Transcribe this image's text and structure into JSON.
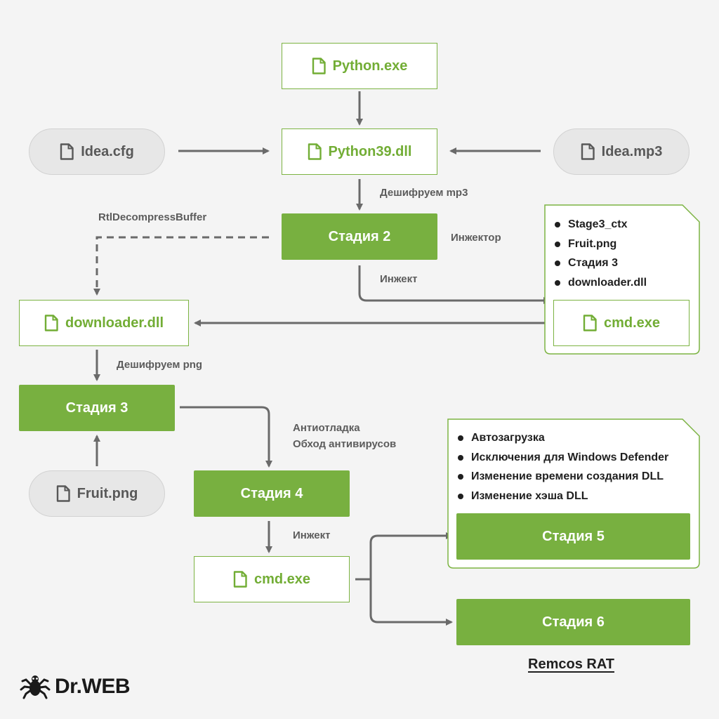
{
  "nodes": {
    "python_exe": "Python.exe",
    "python39_dll": "Python39.dll",
    "idea_cfg": "Idea.cfg",
    "idea_mp3": "Idea.mp3",
    "stage2": "Стадия 2",
    "downloader_dll": "downloader.dll",
    "cmd_exe_1": "cmd.exe",
    "stage3": "Стадия 3",
    "fruit_png": "Fruit.png",
    "stage4": "Стадия 4",
    "cmd_exe_2": "cmd.exe",
    "stage5": "Стадия 5",
    "stage6": "Стадия 6"
  },
  "edge_labels": {
    "decrypt_mp3": "Дешифруем mp3",
    "rtl_decompress": "RtlDecompressBuffer",
    "injector": "Инжектор",
    "inject_1": "Инжект",
    "decrypt_png": "Дешифруем png",
    "anti_debug": "Антиотладка",
    "av_bypass": "Обход антивирусов",
    "inject_2": "Инжект"
  },
  "note1_items": [
    "Stage3_ctx",
    "Fruit.png",
    "Стадия 3",
    "downloader.dll"
  ],
  "note2_items": [
    "Автозагрузка",
    "Исключения для Windows Defender",
    "Изменение времени создания DLL",
    "Изменение хэша DLL"
  ],
  "footer": {
    "remcos": "Remcos RAT"
  },
  "logo": {
    "text": "Dr.WEB"
  },
  "colors": {
    "green": "#78b040",
    "green_text": "#72ad35",
    "arrow": "#6a6a6a",
    "grey_node": "#e7e7e7",
    "background": "#f4f4f4"
  }
}
